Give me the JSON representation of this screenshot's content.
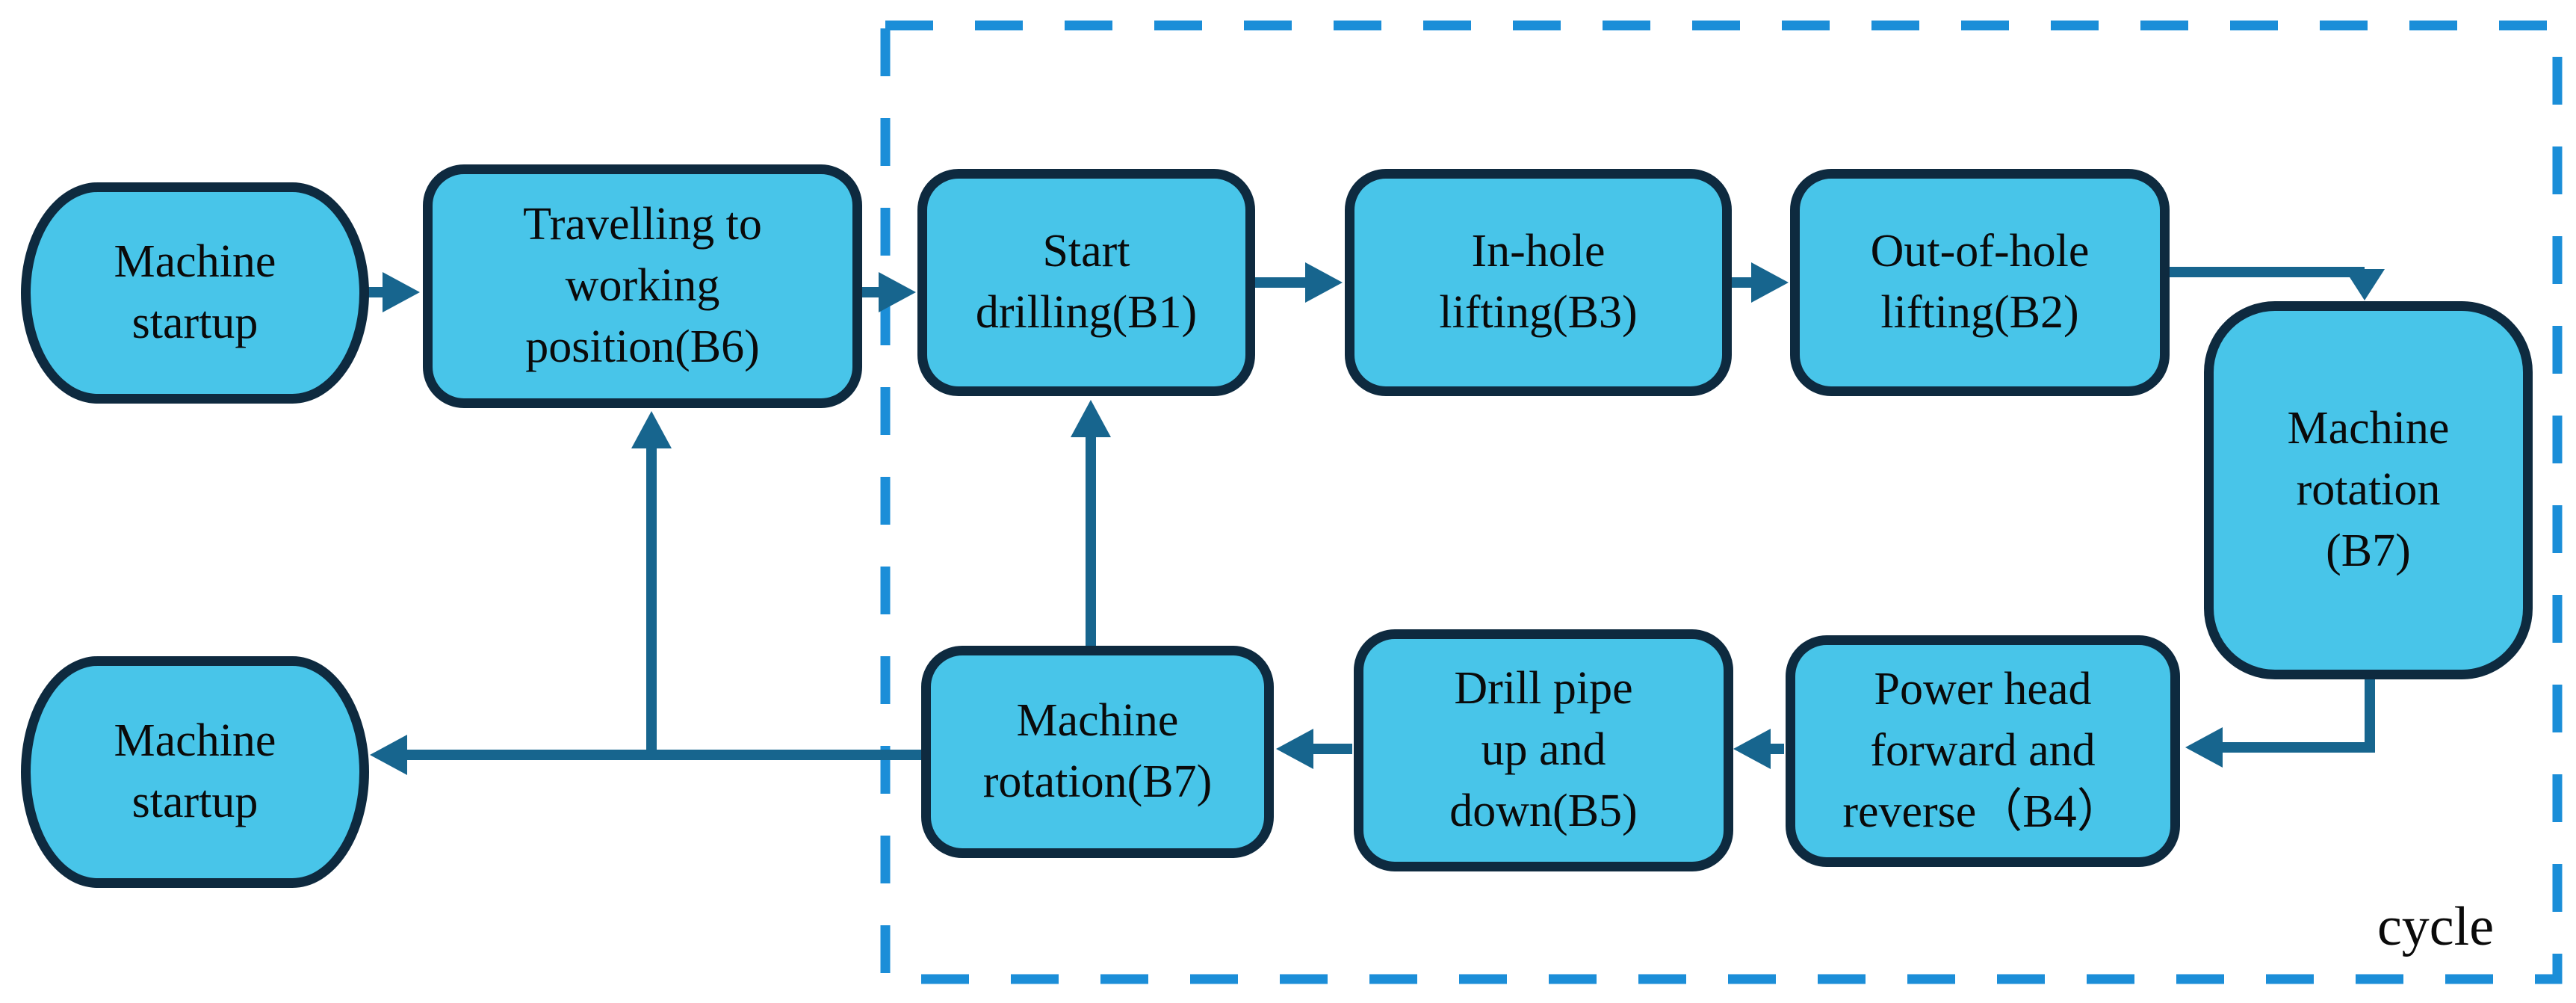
{
  "theme": {
    "node_fill": "#48c5e9",
    "node_border": "#0e2a3f",
    "arrow_color": "#17658e",
    "dashed_border_color": "#1b8ed8",
    "text_color": "#0a0a0a",
    "background": "#ffffff"
  },
  "nodes": {
    "machine_startup_top": {
      "label": "Machine\nstartup"
    },
    "travel_b6": {
      "label": "Travelling to\nworking\nposition(B6)"
    },
    "start_drilling_b1": {
      "label": "Start\ndrilling(B1)"
    },
    "inhole_lifting_b3": {
      "label": "In-hole\nlifting(B3)"
    },
    "outhole_lifting_b2": {
      "label": "Out-of-hole\nlifting(B2)"
    },
    "machine_rotation_b7_right": {
      "label": "Machine\nrotation\n(B7)"
    },
    "powerhead_b4": {
      "label": "Power head\nforward and\nreverse（B4）"
    },
    "drillpipe_b5": {
      "label": "Drill pipe\nup and\ndown(B5)"
    },
    "machine_rotation_b7_bottom": {
      "label": "Machine\nrotation(B7)"
    },
    "machine_startup_bottom": {
      "label": "Machine\nstartup"
    }
  },
  "cycle_region": {
    "label": "cycle"
  }
}
